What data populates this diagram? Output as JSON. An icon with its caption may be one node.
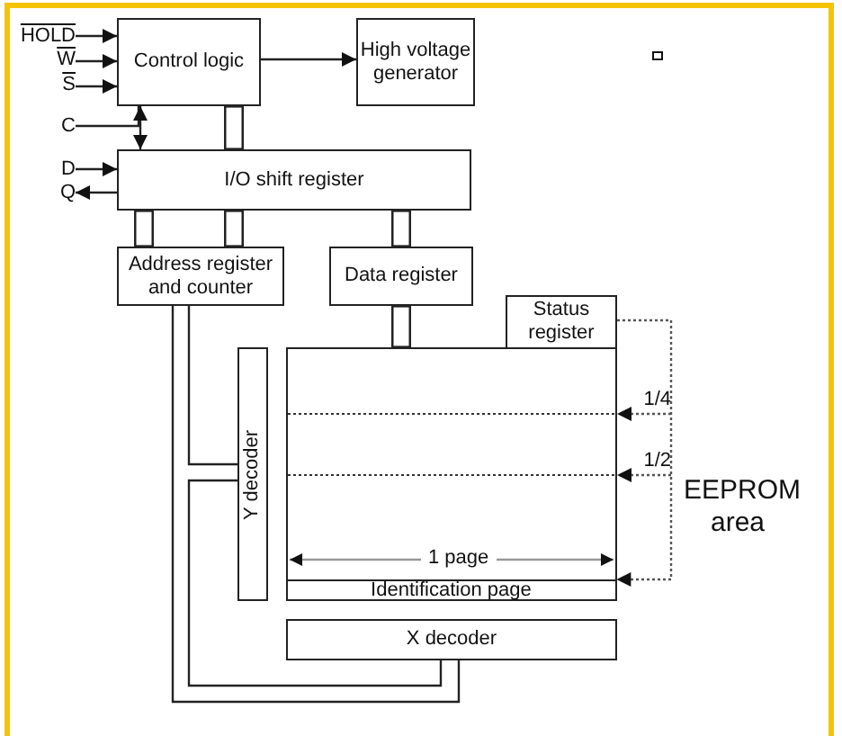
{
  "diagram": {
    "nodes": [
      {
        "text": [
          "HOLD"
        ]
      },
      {
        "text": [
          "W"
        ]
      },
      {
        "text": [
          "S"
        ]
      },
      {
        "text": [
          "C"
        ]
      },
      {
        "text": [
          "D"
        ]
      },
      {
        "text": [
          "Q"
        ]
      },
      {
        "text": [
          "Control logic"
        ]
      },
      {
        "text": [
          "High voltage generator"
        ]
      },
      {
        "text": [
          "I/O shift register"
        ]
      },
      {
        "text": [
          "Address register and counter"
        ]
      },
      {
        "text": [
          "Data register"
        ]
      },
      {
        "text": [
          "Status register"
        ]
      },
      {
        "text": [
          "Y decoder"
        ]
      },
      {
        "text": [],
        "shape": "box"
      },
      {
        "text": [
          "Identification page"
        ],
        "in": 13
      },
      {
        "text": [
          "X decoder"
        ]
      },
      {
        "text": [
          "1/4"
        ]
      },
      {
        "text": [
          "1/2"
        ]
      }
    ],
    "edges": [
      {
        "from": 0,
        "to": 6,
        "arrow": "to"
      },
      {
        "from": 1,
        "to": 6,
        "arrow": "to"
      },
      {
        "from": 2,
        "to": 6,
        "arrow": "to"
      },
      {
        "from": 6,
        "to": 7,
        "arrow": "to"
      },
      {
        "from": 3,
        "to": 6,
        "arrow": "none"
      },
      {
        "from": 6,
        "to": 8,
        "arrow": "both"
      },
      {
        "from": 4,
        "to": 8,
        "arrow": "to"
      },
      {
        "from": 8,
        "to": 5,
        "arrow": "to"
      },
      {
        "from": 6,
        "to": 8,
        "arrow": "none",
        "style": "thick"
      },
      {
        "from": 8,
        "to": 9,
        "arrow": "none",
        "style": "thick"
      },
      {
        "from": 8,
        "to": 9,
        "arrow": "none",
        "style": "thick"
      },
      {
        "from": 8,
        "to": 10,
        "arrow": "none",
        "style": "thick"
      },
      {
        "from": 10,
        "to": 13,
        "arrow": "none",
        "style": "thick"
      },
      {
        "from": 9,
        "to": 12,
        "arrow": "none"
      },
      {
        "from": 12,
        "to": 15,
        "arrow": "none"
      },
      {
        "from": 9,
        "to": 15,
        "arrow": "none"
      },
      {
        "from": 11,
        "to": 14,
        "arrow": "to",
        "style": "dashed"
      },
      {
        "from": 16,
        "to": 13,
        "arrow": "to",
        "style": "dashed"
      },
      {
        "from": 17,
        "to": 13,
        "arrow": "to",
        "style": "dashed"
      }
    ],
    "labels": [
      "1 page",
      "EEPROM area"
    ]
  }
}
